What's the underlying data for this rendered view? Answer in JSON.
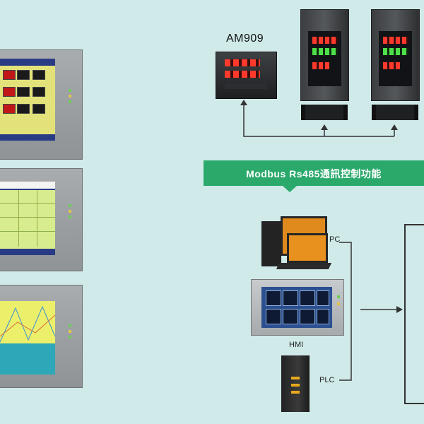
{
  "diagram": {
    "banner_text": "Modbus Rs485通訊控制功能",
    "controller_model": "AM909",
    "devices": {
      "pc_label": "PC",
      "hmi_label": "HMI",
      "plc_label": "PLC"
    }
  },
  "colors": {
    "background": "#cfeae9",
    "banner": "#2aa96b",
    "screen_header": "#2a3b86"
  }
}
